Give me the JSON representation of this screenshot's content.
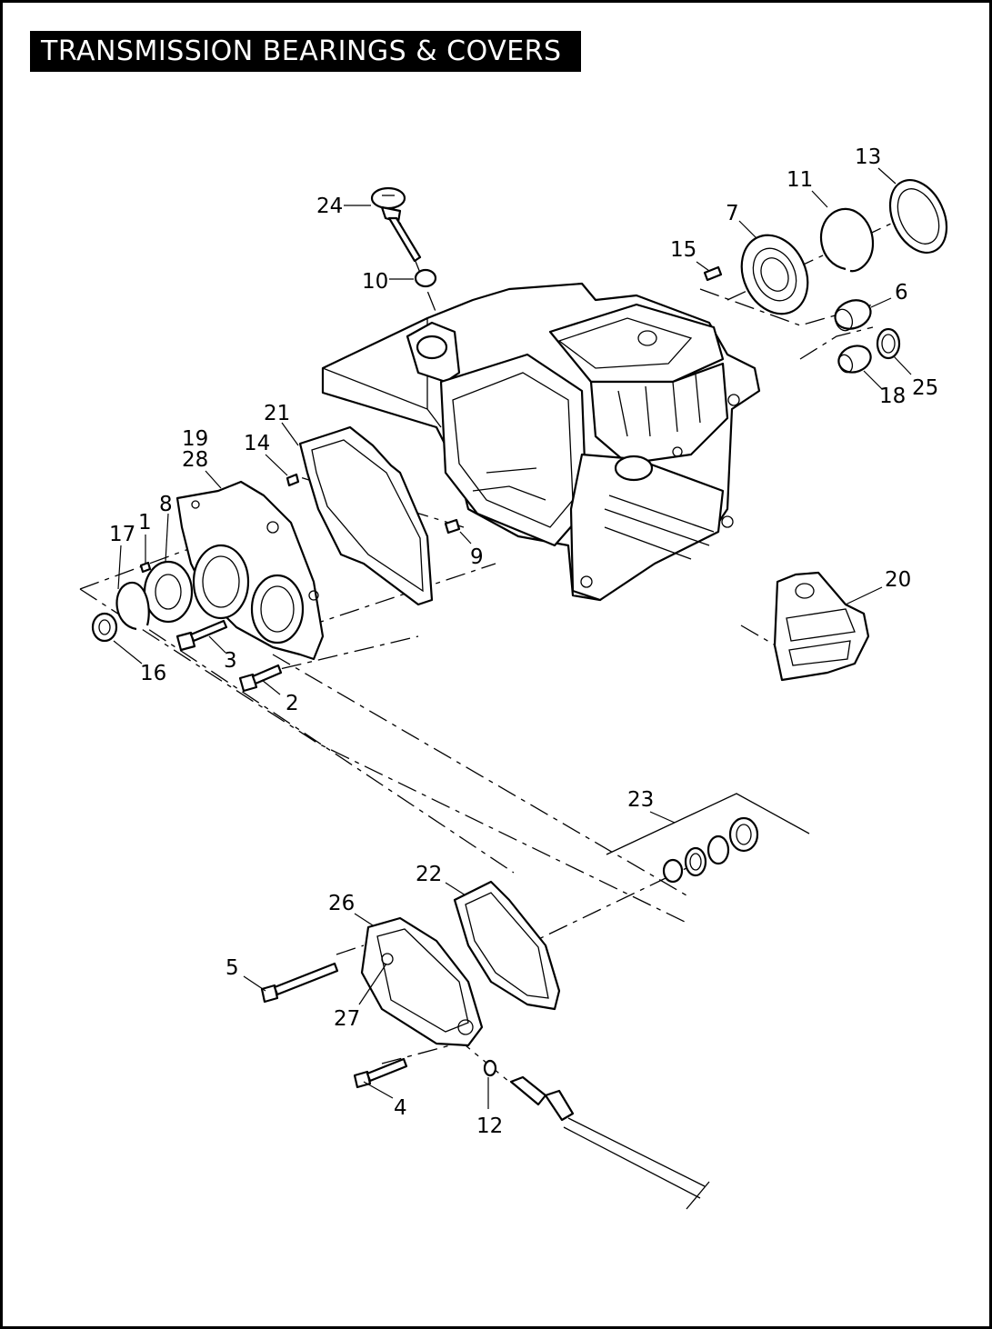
{
  "title": "TRANSMISSION BEARINGS & COVERS",
  "callouts": [
    {
      "id": "1",
      "label": "1"
    },
    {
      "id": "2",
      "label": "2"
    },
    {
      "id": "3",
      "label": "3"
    },
    {
      "id": "4",
      "label": "4"
    },
    {
      "id": "5",
      "label": "5"
    },
    {
      "id": "6",
      "label": "6"
    },
    {
      "id": "7",
      "label": "7"
    },
    {
      "id": "8",
      "label": "8"
    },
    {
      "id": "9",
      "label": "9"
    },
    {
      "id": "10",
      "label": "10"
    },
    {
      "id": "11",
      "label": "11"
    },
    {
      "id": "12",
      "label": "12"
    },
    {
      "id": "13",
      "label": "13"
    },
    {
      "id": "14",
      "label": "14"
    },
    {
      "id": "15",
      "label": "15"
    },
    {
      "id": "16",
      "label": "16"
    },
    {
      "id": "17",
      "label": "17"
    },
    {
      "id": "18",
      "label": "18"
    },
    {
      "id": "19",
      "label": "19"
    },
    {
      "id": "20",
      "label": "20"
    },
    {
      "id": "21",
      "label": "21"
    },
    {
      "id": "22",
      "label": "22"
    },
    {
      "id": "23",
      "label": "23"
    },
    {
      "id": "24",
      "label": "24"
    },
    {
      "id": "25",
      "label": "25"
    },
    {
      "id": "26",
      "label": "26"
    },
    {
      "id": "27",
      "label": "27"
    },
    {
      "id": "28",
      "label": "28"
    }
  ]
}
